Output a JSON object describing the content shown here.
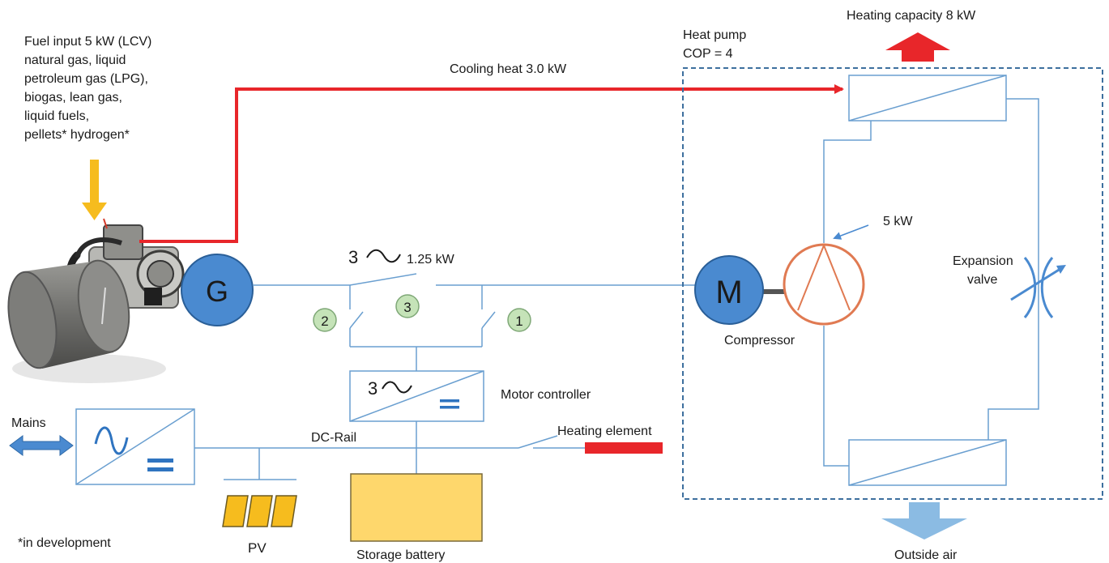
{
  "fuel": {
    "lines": [
      "Fuel input 5 kW (LCV)",
      "natural gas, liquid",
      "petroleum gas (LPG),",
      "biogas, lean gas,",
      "liquid fuels,",
      "pellets* hydrogen*"
    ]
  },
  "heat_pump": {
    "title_line1": "Heat pump",
    "title_line2": "COP = 4",
    "heating_capacity": "Heating capacity 8 kW",
    "cooling_heat": "Cooling heat 3.0 kW",
    "compressor_power": "5 kW",
    "compressor_label": "Compressor",
    "motor_letter": "M",
    "expansion_valve_line1": "Expansion",
    "expansion_valve_line2": "valve",
    "outside_air": "Outside air"
  },
  "generator": {
    "letter": "G"
  },
  "switches": {
    "three_phase_symbol": "3",
    "power": "1.25 kW",
    "numbers": [
      "2",
      "3",
      "1"
    ]
  },
  "motor_controller": {
    "label": "Motor controller",
    "symbol": "3"
  },
  "dc": {
    "rail_label": "DC-Rail",
    "mains_label": "Mains",
    "heating_element_label": "Heating element",
    "pv_label": "PV",
    "battery_label": "Storage battery"
  },
  "footnote": "*in development",
  "colors": {
    "wire": "#6a9fd0",
    "heat_line": "#e8262a",
    "hot_arrow": "#e8262a",
    "cold_arrow": "#8bbbe3",
    "fuel_arrow": "#f6bc1e",
    "circle_blue": "#4a8ad0",
    "switch_circle": "#c5e3b8",
    "compressor_ring": "#e07a52",
    "battery": "#fed76c",
    "pv": "#f6bc1e"
  }
}
